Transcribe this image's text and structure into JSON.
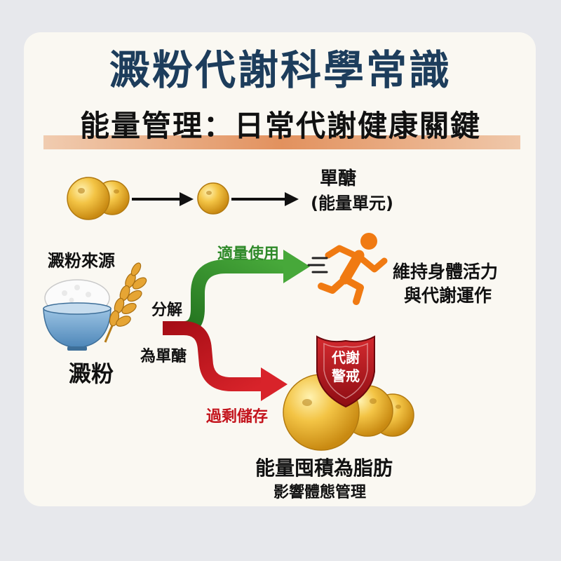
{
  "title": "澱粉代謝科學常識",
  "subtitle": "能量管理：日常代謝健康關鍵",
  "sugar_label": "單醣",
  "sugar_sublabel": "(能量單元)",
  "source_label": "澱粉來源",
  "starch_label": "澱粉",
  "decompose_line1": "分解",
  "decompose_line2": "為單醣",
  "moderate_use": "適量使用",
  "excess_storage": "過剩儲存",
  "vitality_line1": "維持身體活力",
  "vitality_line2": "與代謝運作",
  "warning_line1": "代謝",
  "warning_line2": "警戒",
  "fat_line1": "能量囤積為脂肪",
  "fat_line2": "影響體態管理",
  "colors": {
    "title": "#1d3d5c",
    "accent_band": "#e2915e",
    "green_arrow": "#2f8a2a",
    "red_arrow": "#c3131c",
    "runner": "#f07a12",
    "shield": "#b0141c",
    "sphere": "#efbd3c",
    "bowl": "#7aaed4"
  },
  "icons": [
    "sugar-sphere-icon",
    "rice-bowl-icon",
    "wheat-icon",
    "runner-icon",
    "shield-icon",
    "fat-cluster-icon"
  ]
}
